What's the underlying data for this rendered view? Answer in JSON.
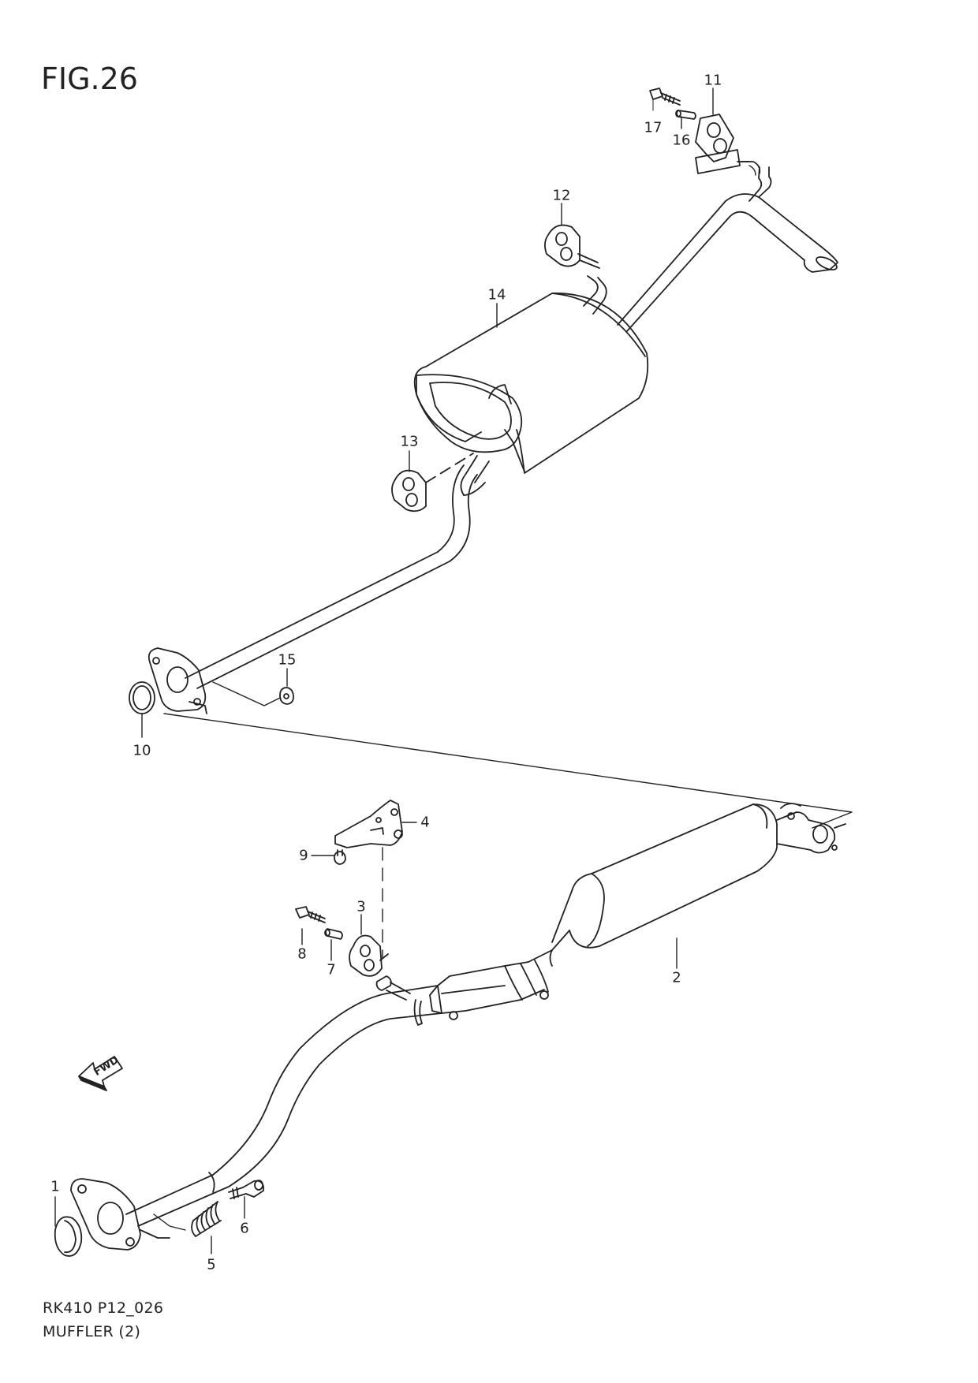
{
  "figure_title": "FIG.26",
  "diagram_code": "RK410 P12_026",
  "diagram_name": "MUFFLER (2)",
  "direction_marker": "FWD",
  "callouts": [
    "1",
    "2",
    "3",
    "4",
    "5",
    "6",
    "7",
    "8",
    "9",
    "10",
    "11",
    "12",
    "13",
    "14",
    "15",
    "16",
    "17"
  ]
}
